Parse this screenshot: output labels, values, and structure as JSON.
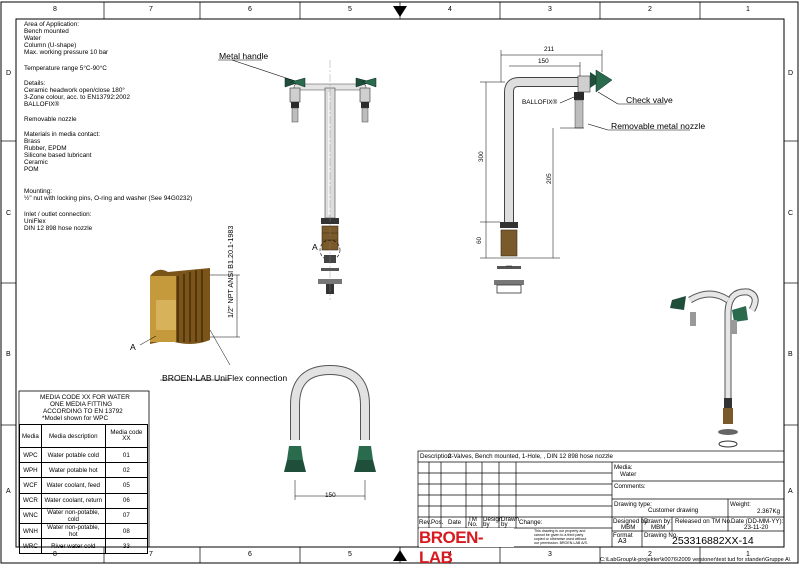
{
  "column_numbers": [
    "8",
    "7",
    "6",
    "5",
    "4",
    "3",
    "2",
    "1"
  ],
  "row_letters": [
    "D",
    "C",
    "B",
    "A"
  ],
  "spec": {
    "area_lines": [
      "Area of Application:",
      "Bench mounted",
      "Water",
      "Column (U-shape)",
      "Max. working pressure 10 bar"
    ],
    "temperature": "Temperature range 5°C-90°C",
    "details_lines": [
      "Details:",
      "Ceramic headwork open/close 180°",
      "3-Zone colour, acc. to EN13792:2002",
      "BALLOFIX®"
    ],
    "removable": "Removable nozzle",
    "materials_lines": [
      "Materials in media contact:",
      "Brass",
      "Rubber, EPDM",
      "Silicone based lubricant",
      "Ceramic",
      "POM"
    ],
    "mounting_lines": [
      "Mounting:",
      "½\" nut with locking pins, O-ring and washer (See 94G0232)"
    ],
    "inlet_lines": [
      "Inlet / outlet connection:",
      "UniFlex",
      "DIN 12 898 hose nozzle"
    ]
  },
  "callouts": {
    "metal_handle": "Metal handle",
    "check_valve": "Check valve",
    "removable_nozzle": "Removable metal nozzle",
    "ballofix": "BALLOFIX®",
    "uniflex": "BROEN-LAB UniFlex connection",
    "thread": "1/2\" NPT ANSI B1.20.1-1983",
    "section_a": "A",
    "detail_a": "A"
  },
  "dimensions": {
    "d211": "211",
    "d150_side": "150",
    "d300": "300",
    "d205": "205",
    "d60": "60",
    "d150_top": "150"
  },
  "media_table": {
    "title_lines": [
      "MEDIA CODE XX FOR WATER",
      "ONE MEDIA FITTING",
      "ACCORDING TO EN 13792",
      "*Model shown for WPC"
    ],
    "headers": [
      "Media",
      "Media description",
      "Media code XX"
    ],
    "rows": [
      [
        "WPC",
        "Water potable cold",
        "01"
      ],
      [
        "WPH",
        "Water potable hot",
        "02"
      ],
      [
        "WCF",
        "Water coolant, feed",
        "05"
      ],
      [
        "WCR",
        "Water coolant, return",
        "06"
      ],
      [
        "WNC",
        "Water non-potable, cold",
        "07"
      ],
      [
        "WNH",
        "Water non-potable, hot",
        "08"
      ],
      [
        "WRC",
        "River water cold",
        "33"
      ]
    ]
  },
  "title_block": {
    "description_label": "Description:",
    "description": "2-Valves, Bench mounted, 1-Hole, ,  DIN 12 898 hose nozzle",
    "media_label": "Media:",
    "media_value": "Water",
    "comments_label": "Comments:",
    "drawing_type_label": "Drawing type:",
    "drawing_type": "Customer drawing",
    "weight_label": "Weight:",
    "weight": "2.367Kg",
    "designed_by_label": "Designed by:",
    "designed_by": "MBM",
    "drawn_by_label": "Drawn by:",
    "drawn_by": "MBM",
    "released_label": "Released on TM No.",
    "date_label": "Date (DD-MM-YY):",
    "date": "23-11-20",
    "format_label": "Format",
    "format": "A3",
    "drawing_no_label": "Drawing No.",
    "drawing_no": "253316882XX-14",
    "rev_headers": [
      "Rev.",
      "Pos.",
      "Date",
      "TM No.",
      "Design by",
      "Drawn by",
      "Change:"
    ],
    "copyright": [
      "This drawing is our property and",
      "cannot be given to a third party",
      "copied or otherwise used without",
      "our permission. BROEN-LAB A/S."
    ],
    "brand": "BROEN-LAB"
  },
  "file_path": "C:\\LabGroup\\k-projekter\\k0076\\2009 versioner\\test tud for stander\\Gruppe A\\"
}
